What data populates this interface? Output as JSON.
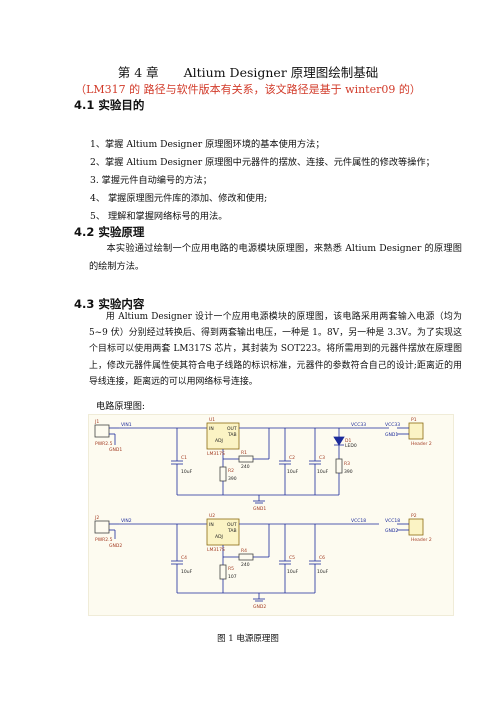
{
  "chapter_title": "第 4 章　　Altium Designer 原理图绘制基础",
  "path_note": "（LM317 的 路径与软件版本有关系，该文路径是基于 winter09 的）",
  "sections": {
    "s41": "4.1 实验目的",
    "s42": "4.2 实验原理",
    "s43": "4.3 实验内容"
  },
  "objectives": [
    "1、掌握 Altium Designer 原理图环境的基本使用方法；",
    "2、掌握 Altium Designer 原理图中元器件的摆放、连接、元件属性的修改等操作；",
    "3. 掌握元件自动编号的方法；",
    "4、 掌握原理图元件库的添加、修改和使用;",
    "5、 理解和掌握网络标号的用法。"
  ],
  "principle_text": "本实验通过绘制一个应用电路的电源模块原理图，来熟悉 Altium Designer 的原理图的绘制方法。",
  "content_text": "用 Altium Designer 设计一个应用电源模块的原理图，该电路采用两套输入电源（均为 5~9 伏）分别经过转换后、得到两套输出电压，一种是 1。8V，另一种是 3.3V。为了实现这个目标可以使用两套 LM317S 芯片，其封装为 SOT223。将所需用到的元器件摆放在原理图上，修改元器件属性使其符合电子线路的标识标准，元器件的参数符合自己的设计;距离近的用导线连接，距离远的可以用网络标号连接。",
  "schematic_label": "电路原理图:",
  "figure_caption": "图 1 电源原理图",
  "schematic": {
    "top": {
      "connector": "J1",
      "connector_type": "PWR2.5",
      "net_in": "VIN1",
      "gnd": "GND1",
      "regulator": "U1",
      "reg_part": "LM317S",
      "pin_in": "IN",
      "pin_out": "OUT",
      "pin_tab": "TAB",
      "pin_adj": "ADJ",
      "c1": "C1",
      "c1_val": "10uF",
      "r1": "R1",
      "r1_val": "240",
      "r2": "R2",
      "r2_val": "390",
      "c2": "C2",
      "c2_val": "10uF",
      "c3": "C3",
      "c3_val": "10uF",
      "led": "D1",
      "led_part": "LED0",
      "r3": "R3",
      "r3_val": "390",
      "net_out": "VCC33",
      "header": "P1",
      "header_type": "Header 2",
      "hdr_net1": "VCC33",
      "hdr_net2": "GND1",
      "gnd_bottom": "GND1"
    },
    "bottom": {
      "connector": "J2",
      "connector_type": "PWR2.5",
      "net_in": "VIN2",
      "gnd": "GND2",
      "regulator": "U2",
      "reg_part": "LM317S",
      "pin_in": "IN",
      "pin_out": "OUT",
      "pin_tab": "TAB",
      "pin_adj": "ADJ",
      "c4": "C4",
      "c4_val": "10uF",
      "r4": "R4",
      "r4_val": "240",
      "r5": "R5",
      "r5_val": "107",
      "c5": "C5",
      "c5_val": "10uF",
      "c6": "C6",
      "c6_val": "10uF",
      "net_out": "VCC18",
      "header": "P2",
      "header_type": "Header 2",
      "hdr_net1": "VCC18",
      "hdr_net2": "GND2",
      "gnd_bottom": "GND2"
    }
  }
}
